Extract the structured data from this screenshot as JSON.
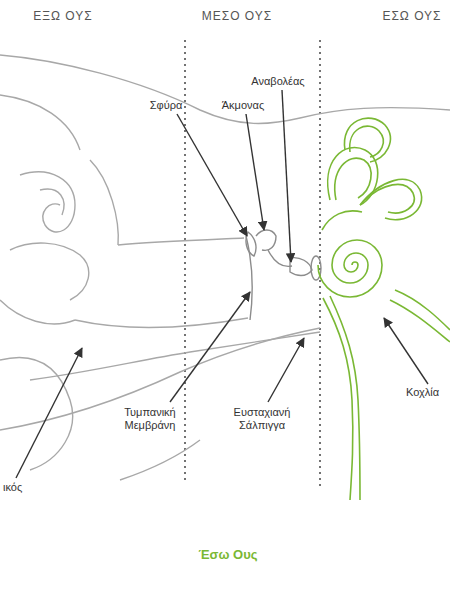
{
  "diagram": {
    "caption": "Έσω Ους",
    "labels": [
      "ΕΞΩ ΟΥΣ",
      "ΜΕΣΟ ΟΥΣ",
      "ΕΣΩ ΟΥΣ",
      "Αναβολέας",
      "Σφύρα",
      "Άκμονας",
      "Τυμπανική Μεμβράνη",
      "Ευσταχιανή Σάλπιγγα",
      "Κοχλία",
      "ικός"
    ]
  }
}
